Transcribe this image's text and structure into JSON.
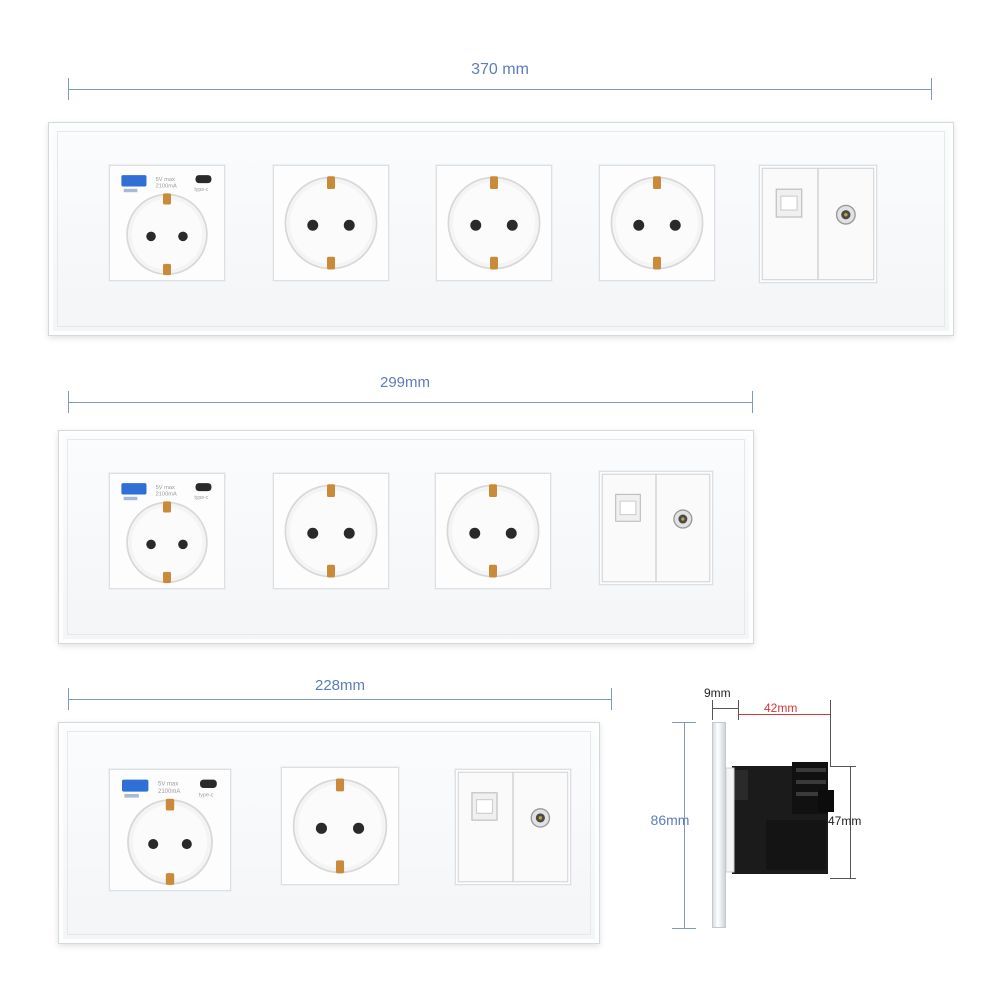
{
  "dimensions": {
    "top_width": "370 mm",
    "middle_width": "299mm",
    "bottom_width": "228mm",
    "height": "86mm",
    "glass_thickness": "9mm",
    "depth": "42mm",
    "box_height": "47mm"
  },
  "usb_module": {
    "spec_line1": "5V max",
    "spec_line2": "2100mA",
    "type_c": "type-c"
  },
  "colors": {
    "dimension_line": "#7f97c9",
    "depth_text": "#d33",
    "usb_port": "#2f6fd6",
    "pin_contact": "#c98a3a"
  }
}
